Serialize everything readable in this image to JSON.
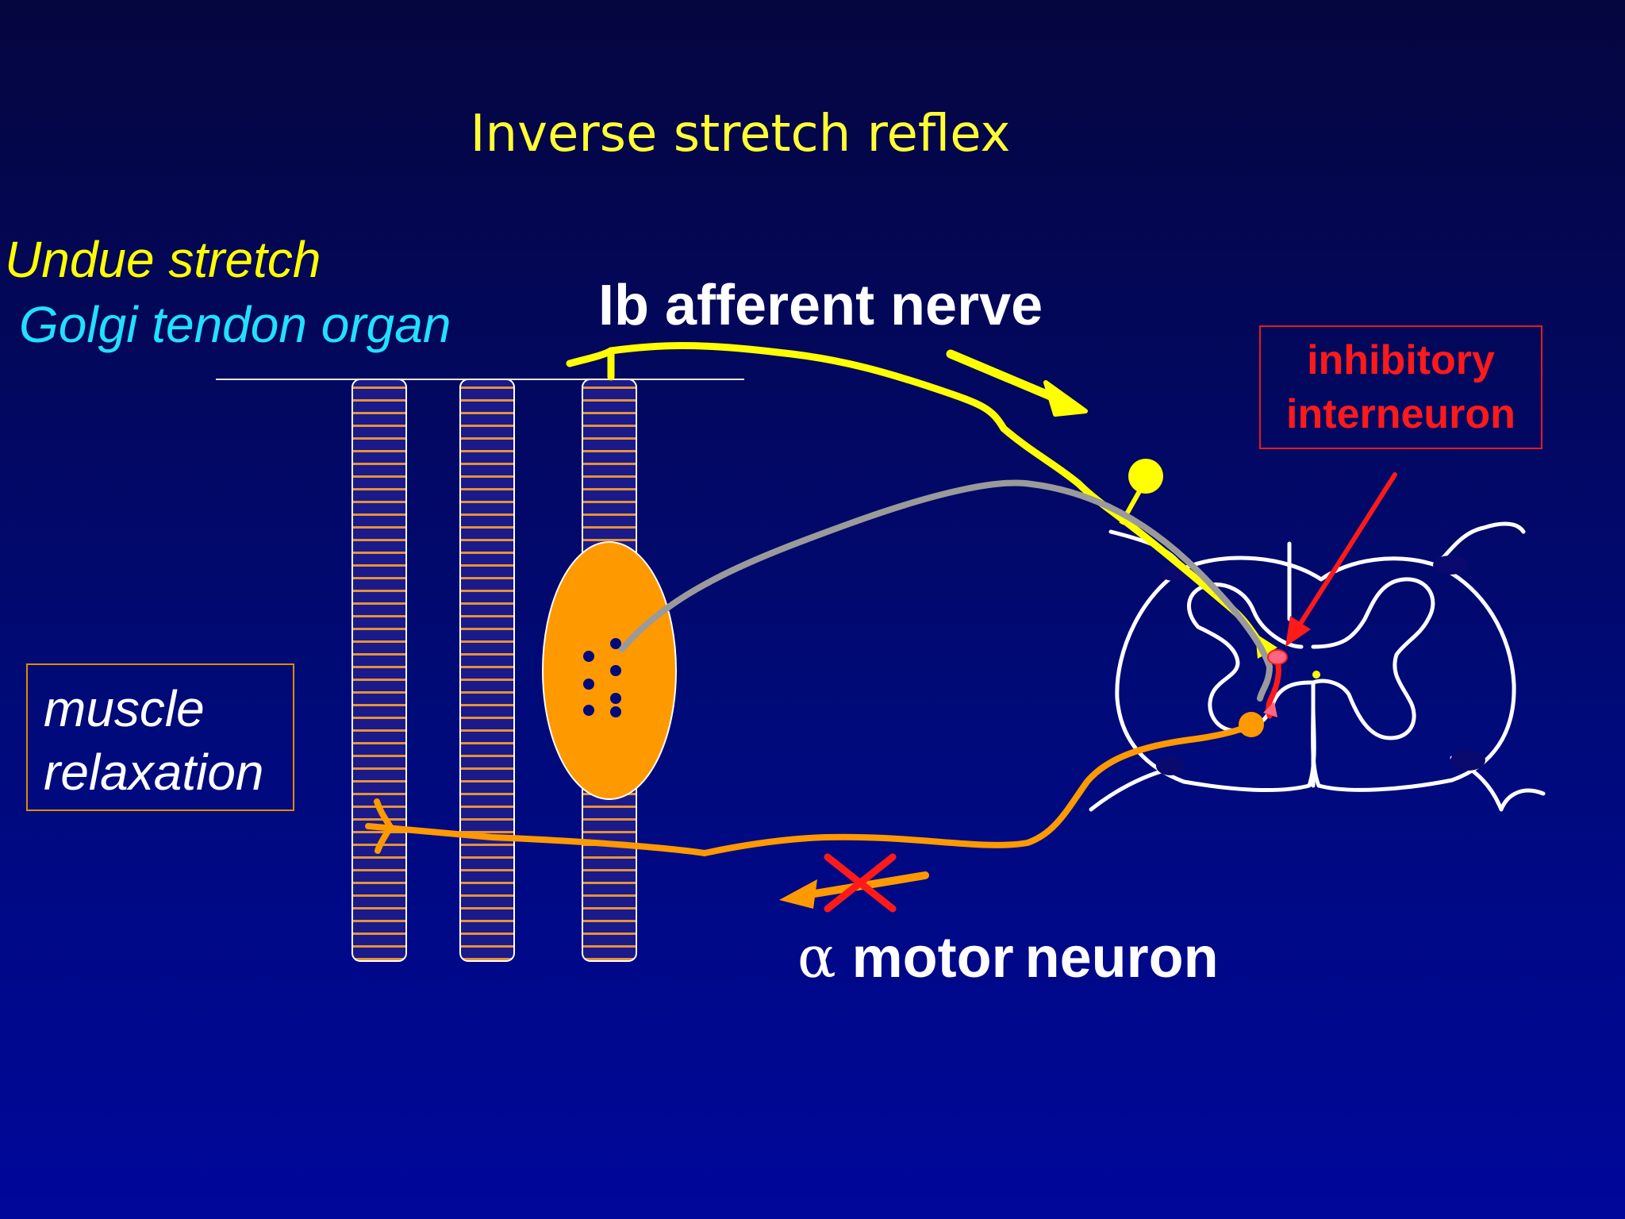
{
  "title": "Inverse stretch reflex",
  "labels": {
    "undue_stretch": "Undue stretch",
    "golgi_tendon_organ": "Golgi tendon organ",
    "ib_afferent_nerve": "Ib afferent nerve",
    "inhibitory_line1": "inhibitory",
    "inhibitory_line2": "interneuron",
    "muscle_line1": "muscle",
    "muscle_line2": "relaxation",
    "alpha_symbol": "α",
    "motor": "motor",
    "neuron": "neuron"
  },
  "colors": {
    "afferent": "#ffff00",
    "golgi_organ": "#ff9900",
    "motor_neuron": "#ff9900",
    "inhibitory": "#ff1a1a",
    "spinal_cord_outline": "#ffffff",
    "collateral": "#9a9a9a",
    "block_mark": "#ff1a1a"
  }
}
